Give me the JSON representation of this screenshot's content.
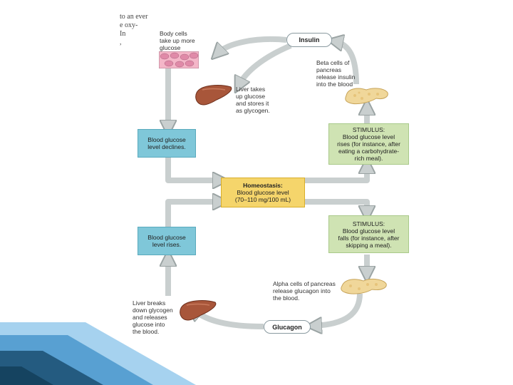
{
  "fragment_text": "to an ever\ne oxy-\n In\n,",
  "insulin_label": "Insulin",
  "glucagon_label": "Glucagon",
  "body_cells_text": "Body cells\ntake up more\nglucose",
  "beta_cells_text": "Beta cells of\npancreas\nrelease insulin\ninto the blood",
  "liver_stores_text": "Liver takes\nup glucose\nand stores it\nas glycogen.",
  "declines_box": "Blood glucose\nlevel declines.",
  "rises_box": "Blood glucose\nlevel rises.",
  "stimulus_high_box": "STIMULUS:\nBlood glucose level\nrises (for instance, after\neating a carbohydrate-\nrich meal).",
  "stimulus_low_box": "STIMULUS:\nBlood glucose level\nfalls (for instance, after\nskipping a meal).",
  "homeostasis_title": "Homeostasis:",
  "homeostasis_body": "Blood glucose level\n(70–110 mg/100 mL)",
  "alpha_cells_text": "Alpha cells of pancreas\nrelease glucagon into\nthe blood.",
  "liver_breaks_text": "Liver breaks\ndown glycogen\nand releases\nglucose into\nthe blood.",
  "colors": {
    "arrow": "#c9cfcf",
    "arrow_edge": "#9aa3a3",
    "blue_box": "#7fc7d9",
    "green_box": "#cfe3b3",
    "yellow_box": "#f5d56b",
    "liver": "#a8563a",
    "pancreas": "#f0d79a",
    "corner_dark": "#1b4f72",
    "corner_light": "#5dade2"
  }
}
